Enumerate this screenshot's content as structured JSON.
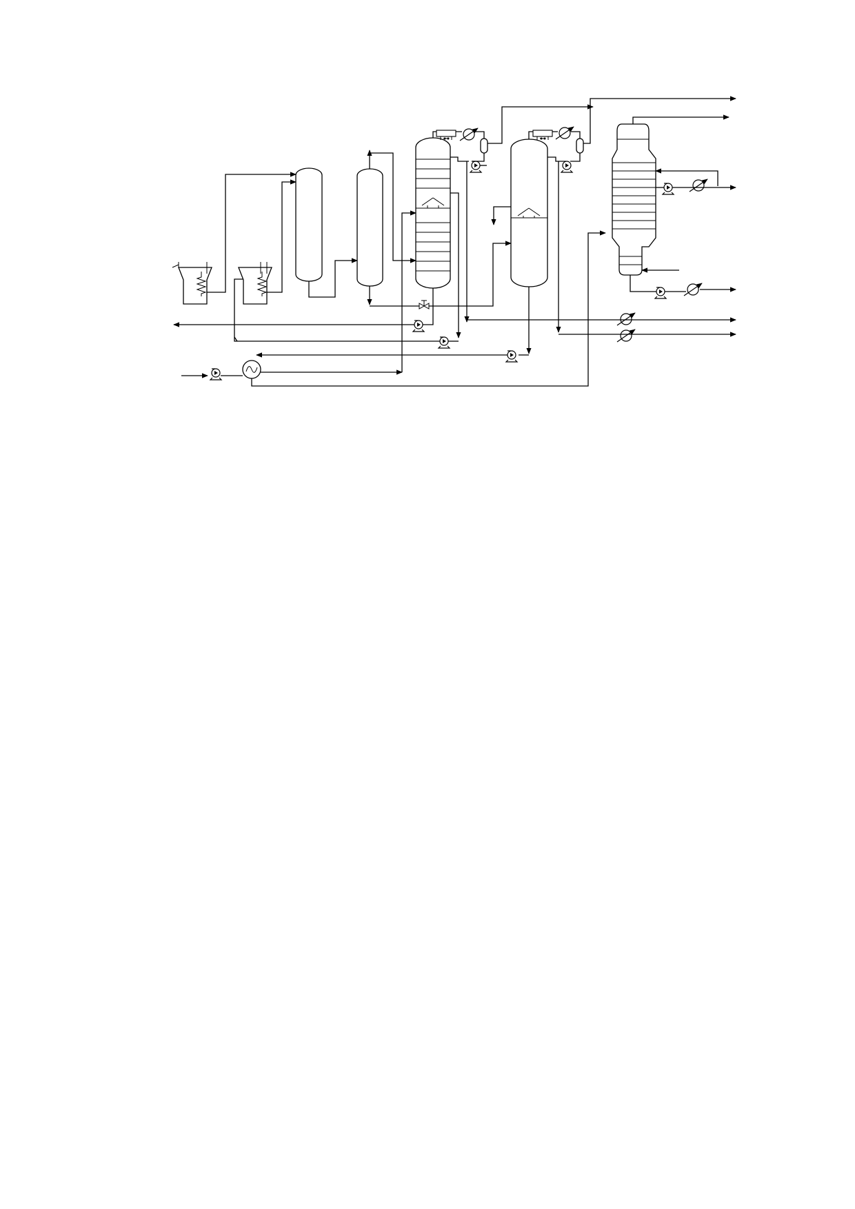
{
  "diagram": {
    "type": "process-flow-diagram",
    "labels": [],
    "equipment": [
      {
        "kind": "heater",
        "count": 2
      },
      {
        "kind": "vessel",
        "count": 2
      },
      {
        "kind": "fractionation-column",
        "count": 2
      },
      {
        "kind": "stripping-column",
        "count": 1
      },
      {
        "kind": "reflux-drum",
        "count": 2
      },
      {
        "kind": "air-cooler",
        "count": 2
      },
      {
        "kind": "heat-exchanger",
        "count": 1
      },
      {
        "kind": "cooler",
        "count": 6
      },
      {
        "kind": "pump",
        "count": 9
      },
      {
        "kind": "control-valve",
        "count": 1
      }
    ],
    "colors": {
      "line": "#000000",
      "background": "#ffffff"
    }
  }
}
